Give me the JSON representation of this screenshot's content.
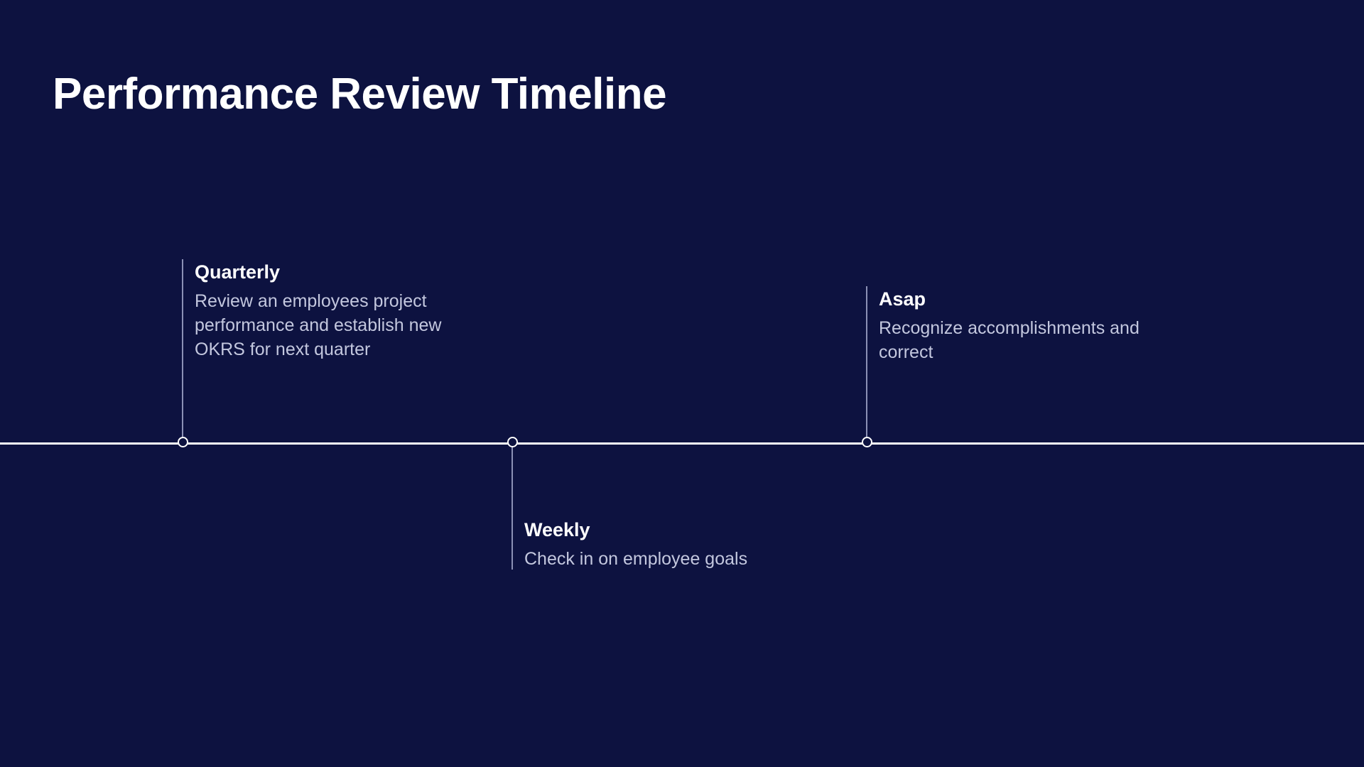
{
  "title": "Performance Review Timeline",
  "colors": {
    "background": "#0d1240",
    "axis": "#ffffff",
    "marker_stroke": "#ffffff",
    "connector": "#8b90b5",
    "heading_text": "#ffffff",
    "body_text": "#c3c7de"
  },
  "timeline": {
    "events": [
      {
        "id": "quarterly",
        "label": "Quarterly",
        "description": "Review an employees project\nperformance and establish new\nOKRS for next quarter",
        "position": "above"
      },
      {
        "id": "weekly",
        "label": "Weekly",
        "description": "Check in on employee goals",
        "position": "below"
      },
      {
        "id": "asap",
        "label": "Asap",
        "description": "Recognize accomplishments and\ncorrect",
        "position": "above"
      }
    ]
  }
}
